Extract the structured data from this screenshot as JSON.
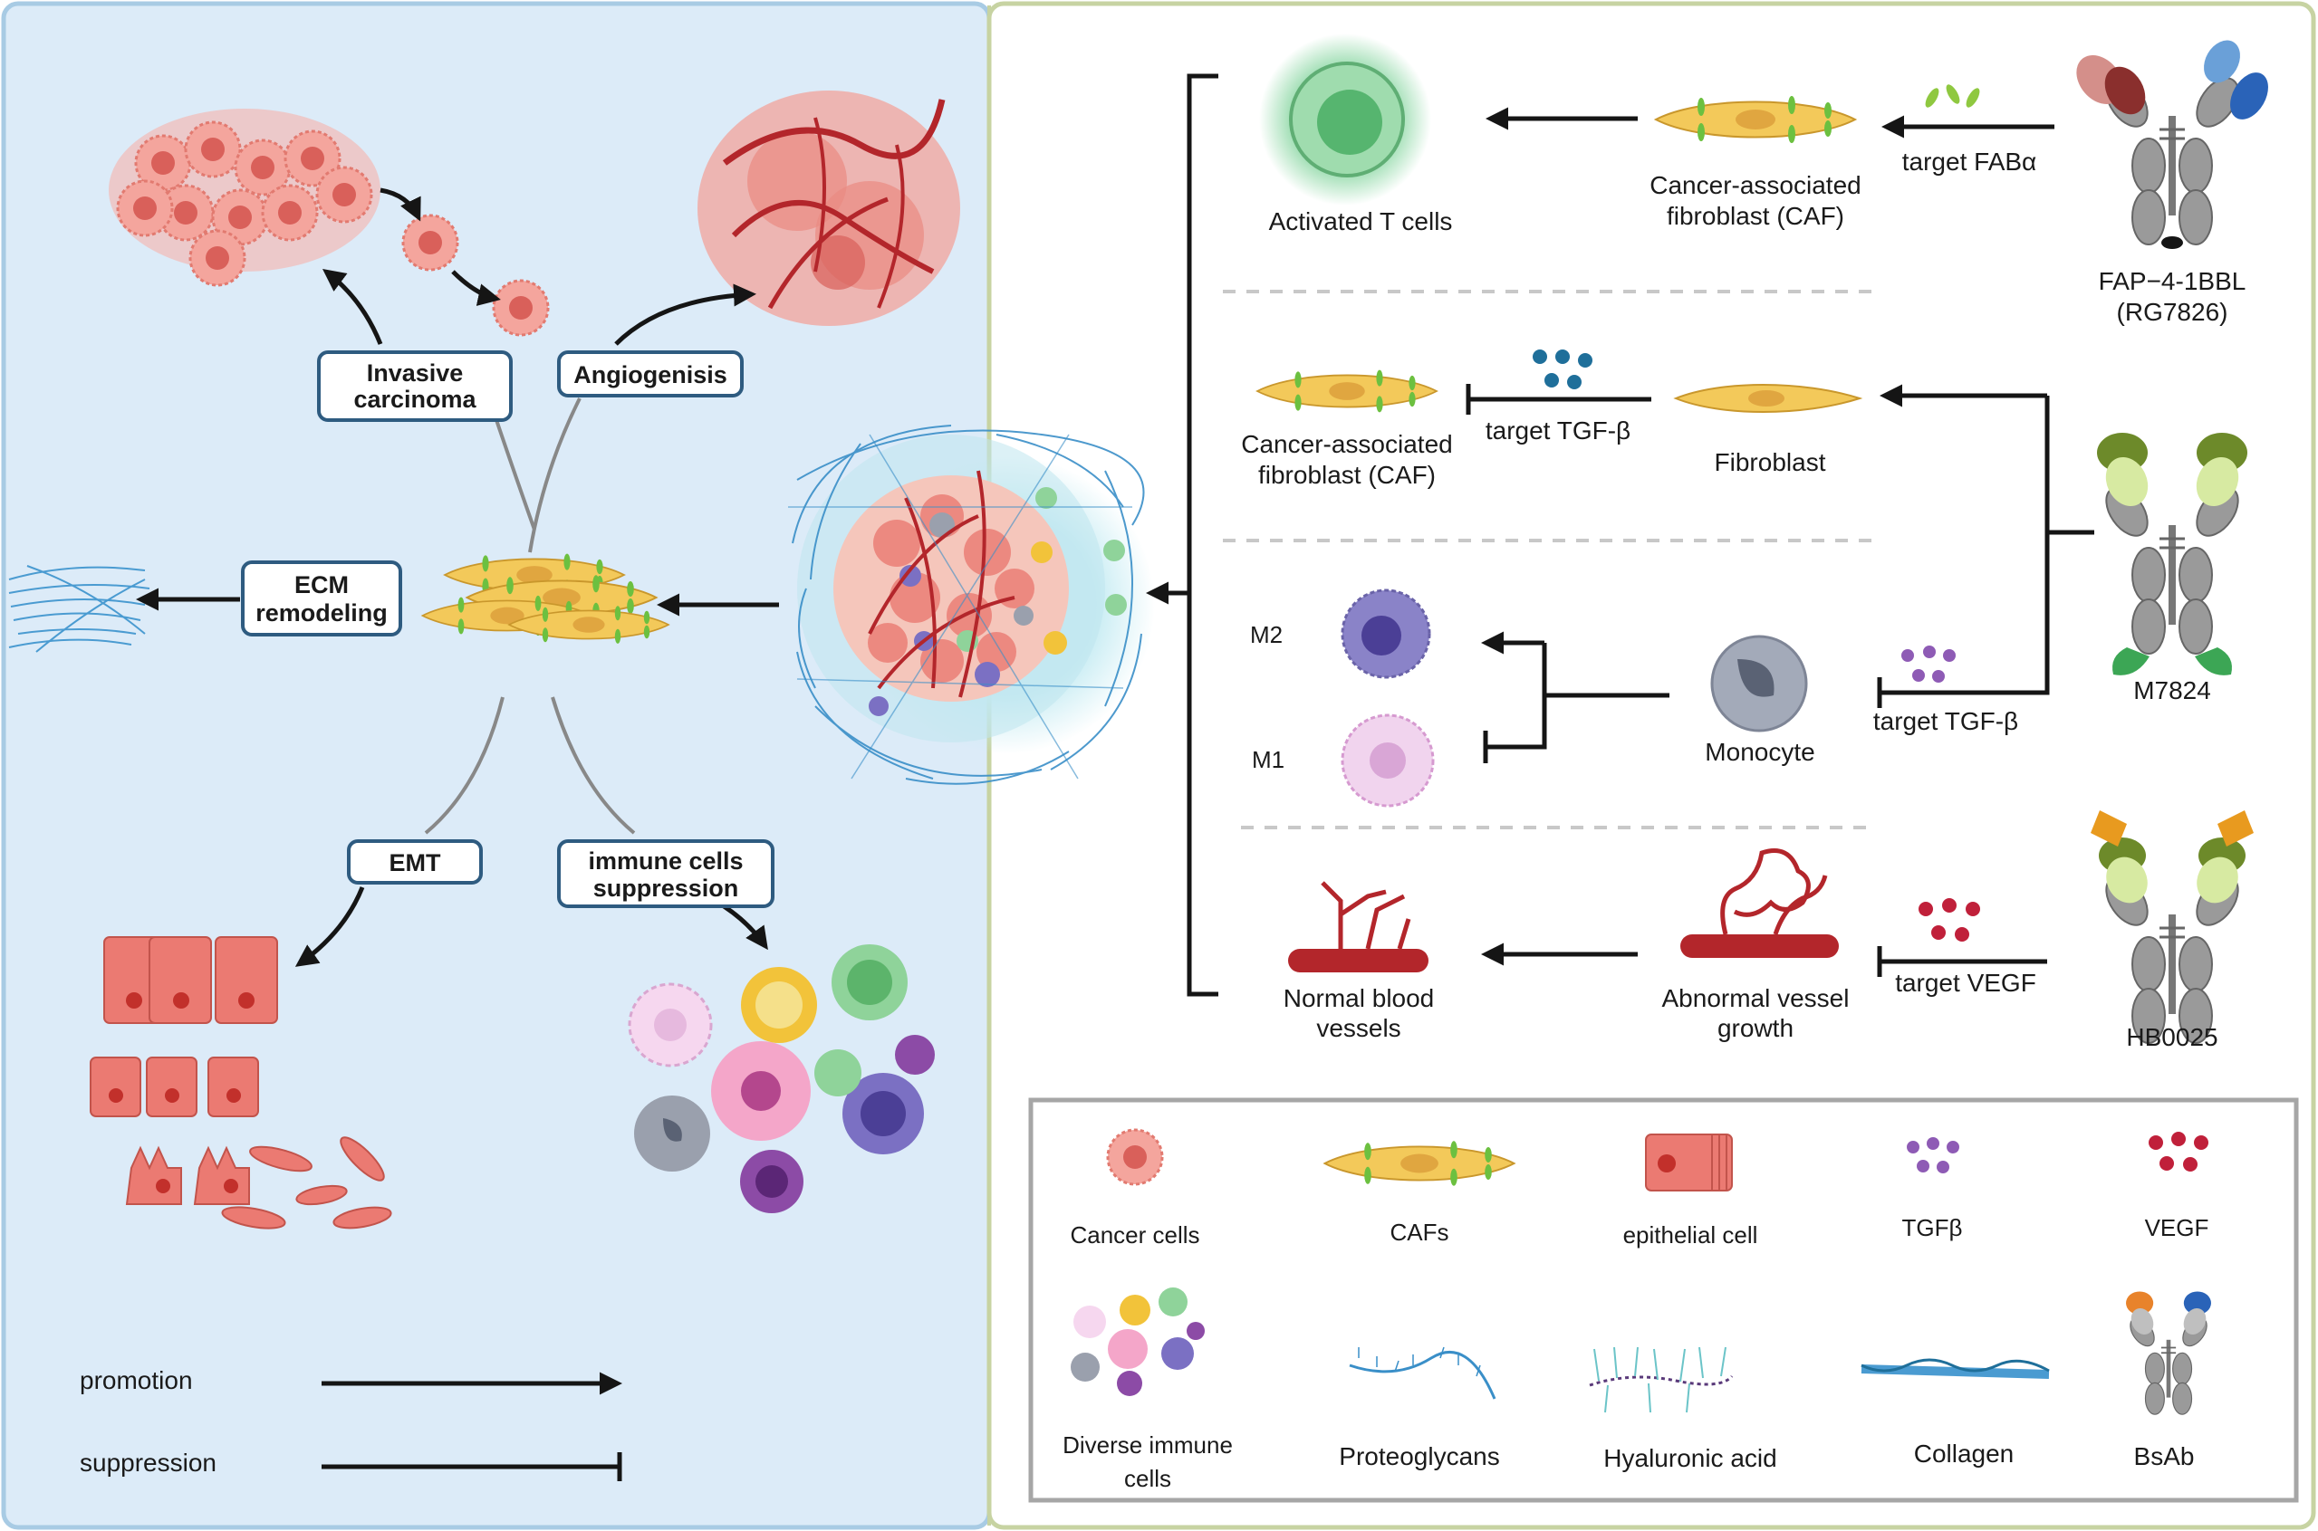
{
  "colors": {
    "left_panel_bg": "#dcebf8",
    "left_panel_border": "#a8cbe4",
    "right_panel_border": "#c7d3a2",
    "label_box_border": "#2e5b80",
    "cancer_cell": "#f28b82",
    "caf_fill": "#f3c95a",
    "collagen": "#4a9bd1",
    "vessel": "#b3262b",
    "tgf_dots": "#8e5bb5",
    "vegf_dots": "#c0203a",
    "teal_dots": "#1f6f9a",
    "green_marker": "#6cc040"
  },
  "tme": {
    "invasive_carcinoma": "Invasive carcinoma",
    "angiogenesis": "Angiogenisis",
    "ecm_remodeling": "ECM remodeling",
    "emt": "EMT",
    "immune_suppression": "immune cells suppression"
  },
  "legend_arrows": {
    "promotion": "promotion",
    "suppression": "suppression"
  },
  "row1": {
    "activated_t": "Activated T cells",
    "caf": "Cancer-associated fibroblast (CAF)",
    "target": "target FABα",
    "drug_name": "FAP−4-1BBL",
    "drug_code": "(RG7826)"
  },
  "row2": {
    "caf": "Cancer-associated fibroblast (CAF)",
    "target": "target TGF-β",
    "fibroblast": "Fibroblast"
  },
  "row3": {
    "m2": "M2",
    "m1": "M1",
    "monocyte": "Monocyte",
    "target": "target TGF-β",
    "drug": "M7824"
  },
  "row4": {
    "normal": "Normal blood vessels",
    "abnormal": "Abnormal vessel growth",
    "target": "target VEGF",
    "drug": "HB0025"
  },
  "legend": {
    "cancer_cells": "Cancer cells",
    "cafs": "CAFs",
    "epithelial": "epithelial cell",
    "tgfb": "TGFβ",
    "vegf": "VEGF",
    "immune": "Diverse immune cells",
    "proteoglycans": "Proteoglycans",
    "hyaluronic": "Hyaluronic acid",
    "collagen": "Collagen",
    "bsab": "BsAb"
  }
}
